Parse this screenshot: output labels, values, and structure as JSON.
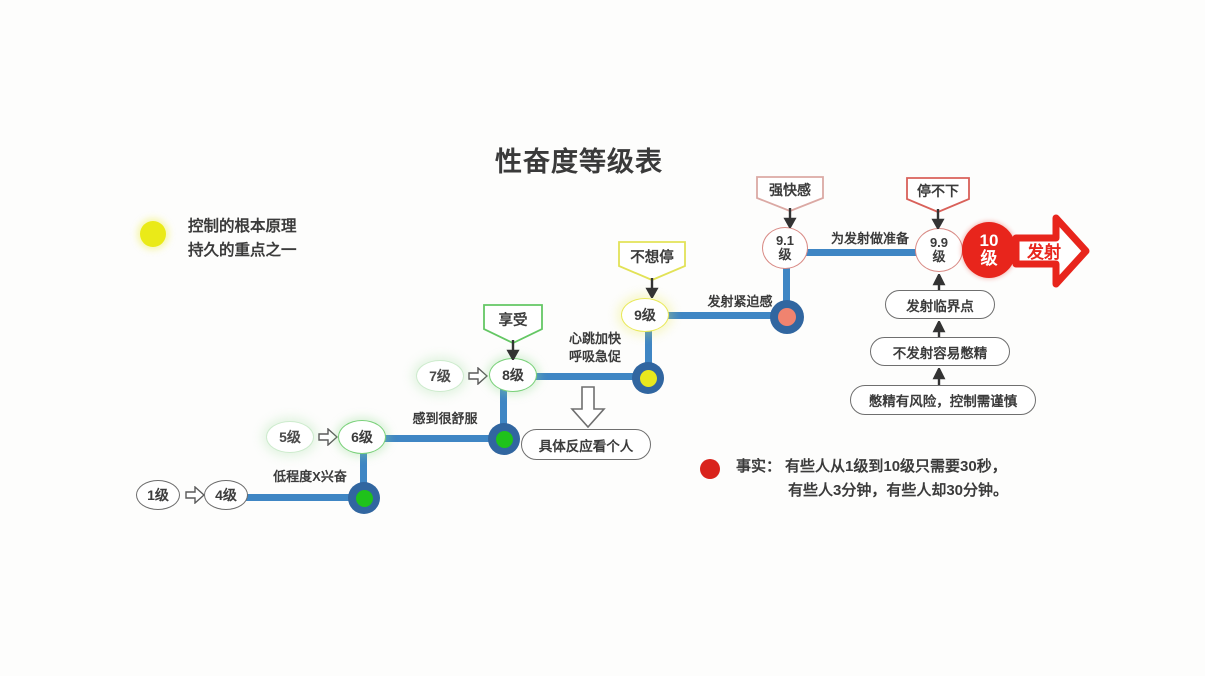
{
  "page": {
    "title": "性奋度等级表",
    "background": "#fdfdfc"
  },
  "legend": {
    "dot_color": "#eaea18",
    "line1": "控制的根本原理",
    "line2": "持久的重点之一"
  },
  "levels": {
    "l1": "1级",
    "l4": "4级",
    "l5": "5级",
    "l6": "6级",
    "l7": "7级",
    "l8": "8级",
    "l9": "9级",
    "l91": "9.1级",
    "l99": "9.9级",
    "l10": "10级"
  },
  "connector_labels": {
    "low_arousal": "低程度X兴奋",
    "feels_good": "感到很舒服",
    "heartbeat": "心跳加快",
    "breathing": "呼吸急促",
    "urgency": "发射紧迫感",
    "prepare": "为发射做准备"
  },
  "banners": {
    "enjoy": "享受",
    "dont_stop": "不想停",
    "strong_pleasure": "强快感",
    "cant_stop": "停不下"
  },
  "pills": {
    "individual": "具体反应看个人",
    "critical_point": "发射临界点",
    "hold_back": "不发射容易憋精",
    "risk": "憋精有风险，控制需谨慎"
  },
  "emit": {
    "label": "发射",
    "color": "#e8251c"
  },
  "fact": {
    "dot_color": "#d9231c",
    "lead": "事实：",
    "line1": "有些人从1级到10级只需要30秒，",
    "line2": "有些人3分钟，有些人却30分钟。"
  },
  "node_colors": {
    "ring": "#3166a0",
    "green": "#1fc21b",
    "yellow": "#e8e81e",
    "salmon": "#f0836f",
    "line": "#3f86c4"
  }
}
